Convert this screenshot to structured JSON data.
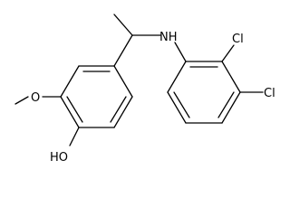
{
  "structure": {
    "atom_labels": {
      "nh": "NH",
      "cl_upper": "Cl",
      "cl_lower": "Cl",
      "oh": "HO"
    },
    "colors": {
      "bond": "#000000",
      "label": "#000000",
      "background": "#ffffff"
    }
  }
}
